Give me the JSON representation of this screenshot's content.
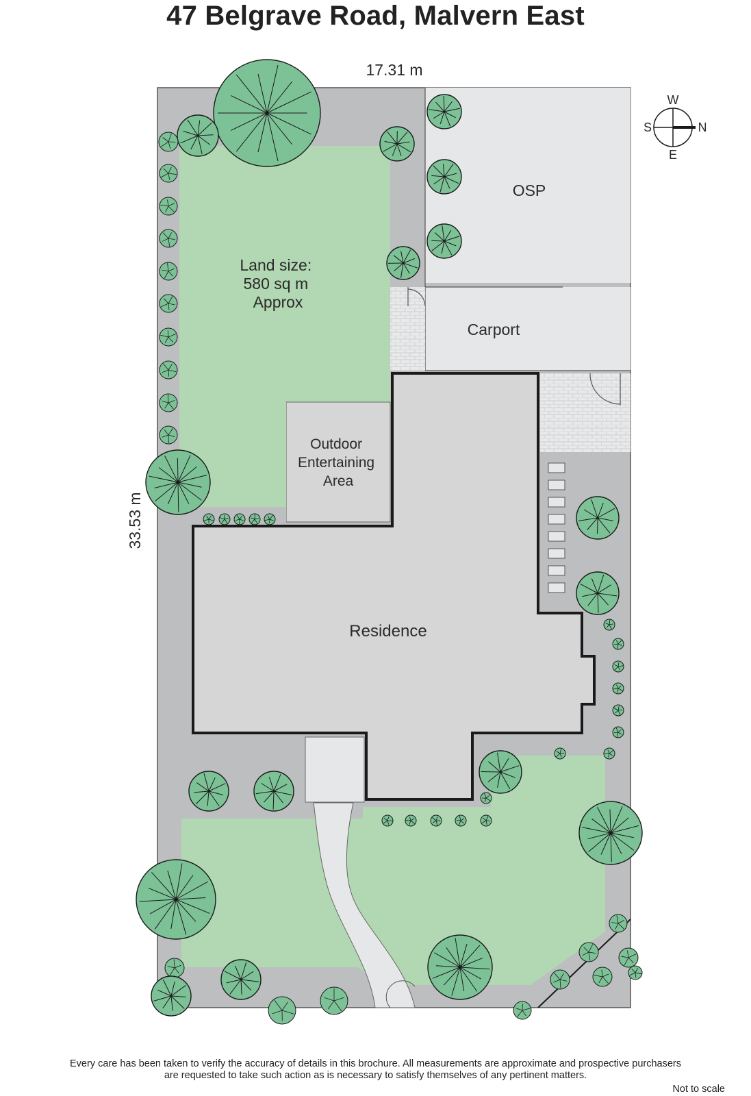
{
  "title": "47 Belgrave Road, Malvern East",
  "dimensions": {
    "width_label": "17.31 m",
    "depth_label": "33.53 m"
  },
  "compass": {
    "north": "N",
    "south": "S",
    "east": "E",
    "west": "W"
  },
  "areas": {
    "land_size": [
      "Land size:",
      "580 sq m",
      "Approx"
    ],
    "osp": "OSP",
    "carport": "Carport",
    "outdoor_entertaining": [
      "Outdoor",
      "Entertaining",
      "Area"
    ],
    "residence": "Residence"
  },
  "disclaimer": [
    "Every care has been taken to verify the accuracy of details in this brochure.  All measurements are approximate and prospective purchasers",
    "are requested to take such action as is necessary to satisfy themselves of any pertinent matters."
  ],
  "not_to_scale": "Not to scale",
  "colors": {
    "lawn": "#b1d8b2",
    "paving": "#bdbec0",
    "osp": "#e6e7e8",
    "residence": "#d6d6d6",
    "tree_fill": "#7dc197",
    "outline": "#1a1a1a"
  }
}
